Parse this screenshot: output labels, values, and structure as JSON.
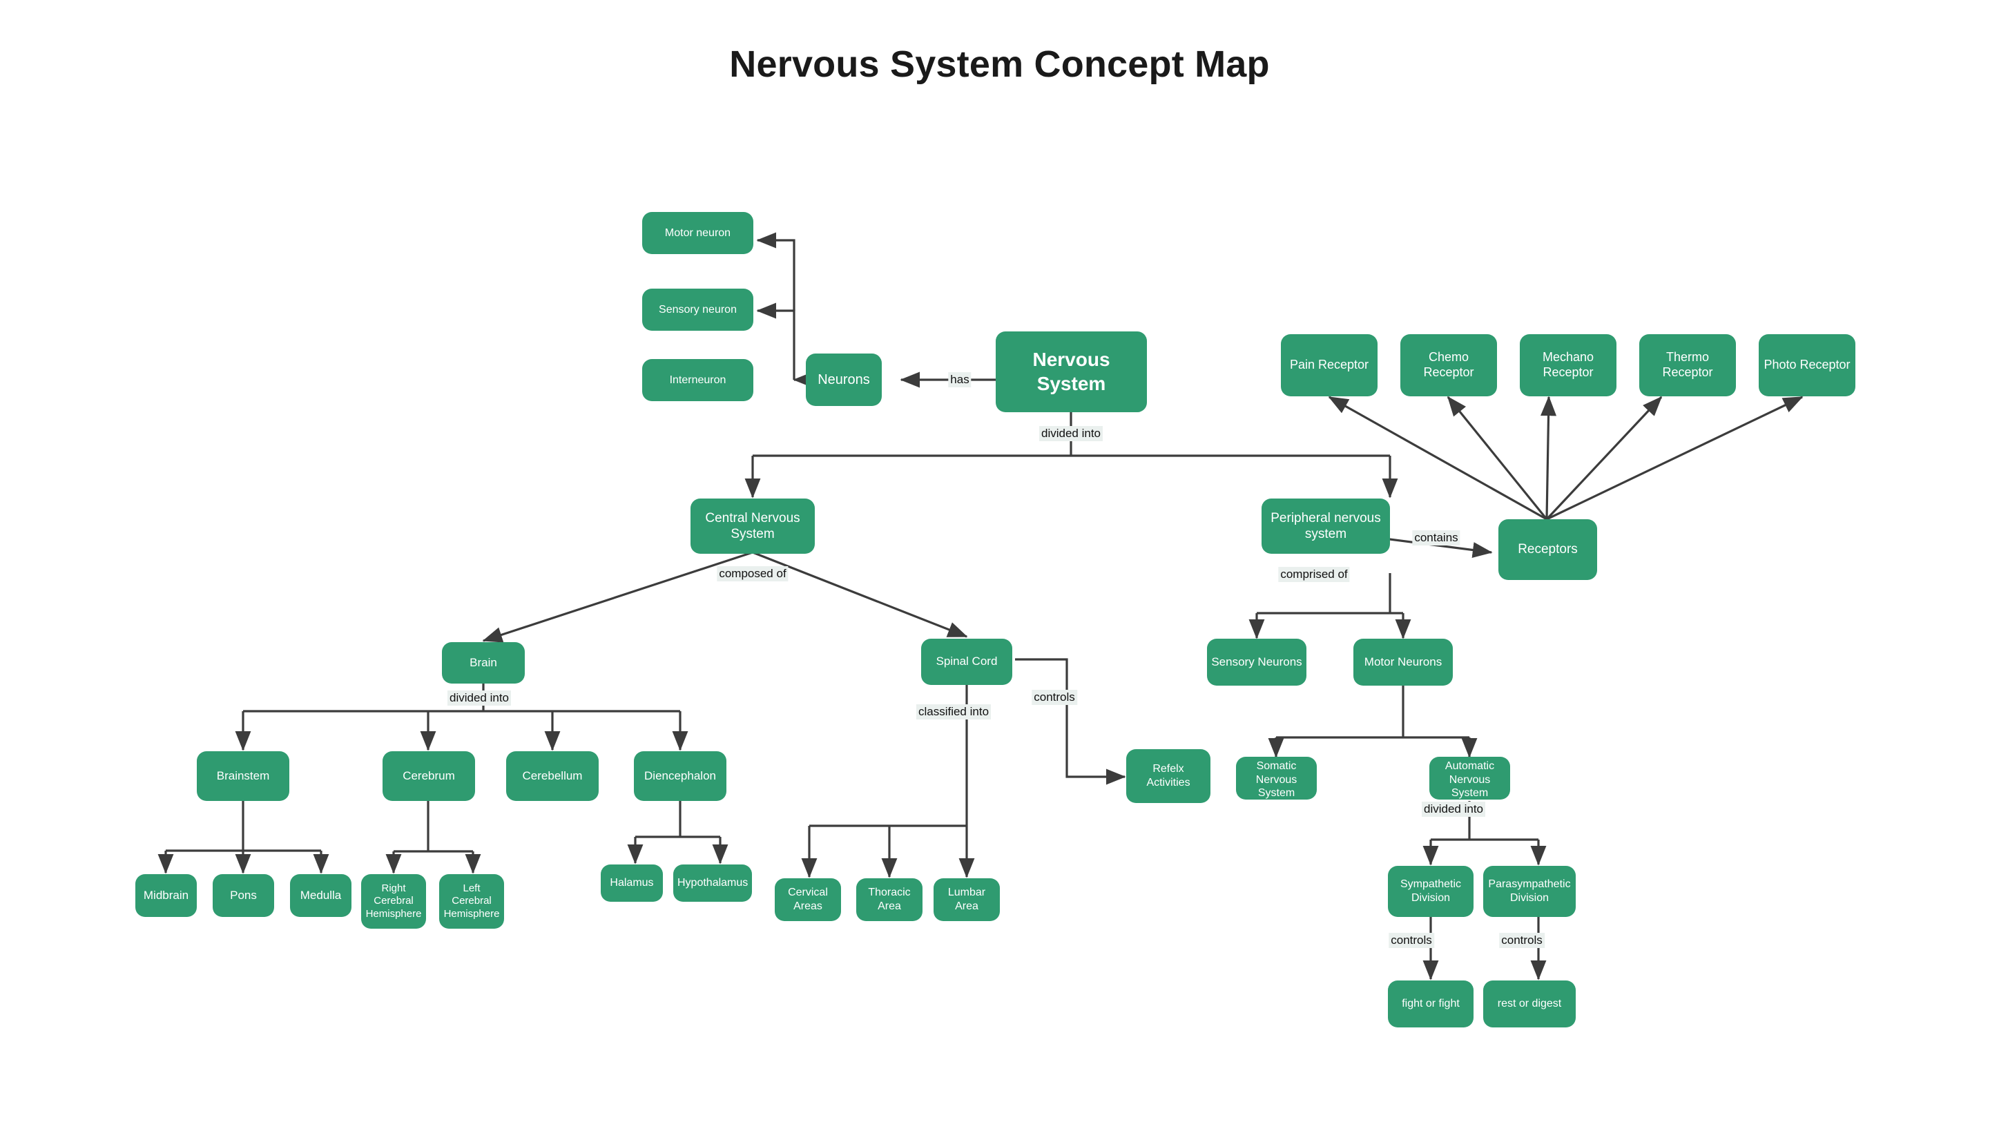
{
  "page": {
    "title": "Nervous System Concept Map",
    "background": "#ffffff",
    "node_color": "#2f9b70",
    "node_text_color": "#ffffff",
    "edge_color": "#3c3c3c",
    "edge_label_bg": "#eaf0ee"
  },
  "nodes": {
    "nervous_system": "Nervous System",
    "neurons": "Neurons",
    "motor_neuron": "Motor neuron",
    "sensory_neuron": "Sensory neuron",
    "interneuron": "Interneuron",
    "cns": "Central Nervous System",
    "pns": "Peripheral nervous system",
    "receptors": "Receptors",
    "pain_receptor": "Pain Receptor",
    "chemo_receptor": "Chemo Receptor",
    "mechano_receptor": "Mechano Receptor",
    "thermo_receptor": "Thermo Receptor",
    "photo_receptor": "Photo Receptor",
    "brain": "Brain",
    "spinal_cord": "Spinal Cord",
    "brainstem": "Brainstem",
    "cerebrum": "Cerebrum",
    "cerebellum": "Cerebellum",
    "diencephalon": "Diencephalon",
    "midbrain": "Midbrain",
    "pons": "Pons",
    "medulla": "Medulla",
    "right_hemisphere": "Right Cerebral Hemisphere",
    "left_hemisphere": "Left Cerebral Hemisphere",
    "halamus": "Halamus",
    "hypothalamus": "Hypothalamus",
    "cervical_areas": "Cervical Areas",
    "thoracic_area": "Thoracic Area",
    "lumbar_area": "Lumbar Area",
    "reflex_activities": "Refelx Activities",
    "sensory_neurons": "Sensory Neurons",
    "motor_neurons": "Motor Neurons",
    "somatic_ns": "Somatic Nervous System",
    "automatic_ns": "Automatic Nervous System",
    "sympathetic_division": "Sympathetic Division",
    "parasympathetic_division": "Parasympathetic Division",
    "fight_or_fight": "fight or fight",
    "rest_or_digest": "rest or digest"
  },
  "edge_labels": {
    "has": "has",
    "divided_into_root": "divided into",
    "composed_of": "composed of",
    "comprised_of": "comprised of",
    "contains": "contains",
    "divided_into_brain": "divided into",
    "classified_into": "classified into",
    "controls_spinal": "controls",
    "divided_into_ans": "divided into",
    "controls_sympathetic": "controls",
    "controls_parasympathetic": "controls"
  }
}
